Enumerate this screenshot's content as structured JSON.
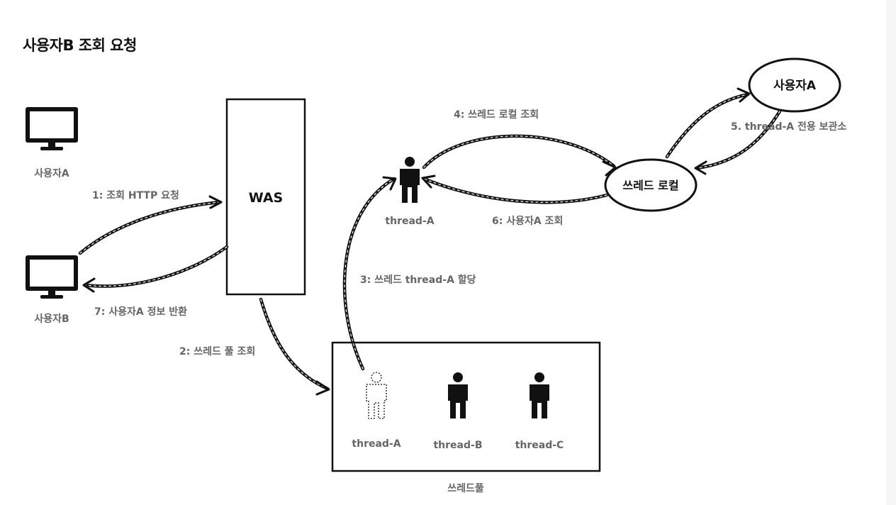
{
  "title": "사용자B 조회 요청",
  "nodes": {
    "user_a": "사용자A",
    "user_b": "사용자B",
    "was": "WAS",
    "thread_a": "thread-A",
    "thread_local": "쓰레드 로컬",
    "user_a_store": "사용자A",
    "pool": {
      "label": "쓰레드풀",
      "threads": [
        "thread-A",
        "thread-B",
        "thread-C"
      ]
    }
  },
  "steps": {
    "s1": "1: 조회 HTTP 요청",
    "s2": "2: 쓰레드 풀 조회",
    "s3": "3: 쓰레드 thread-A 할당",
    "s4": "4: 쓰레드 로컬 조회",
    "s5": "5. thread-A 전용 보관소",
    "s6": "6: 사용자A 조회",
    "s7": "7: 사용자A 정보 반환"
  },
  "icons": {
    "monitor": "monitor-icon",
    "person": "person-icon",
    "person_outline": "person-outline-icon"
  },
  "colors": {
    "line": "#111111",
    "label": "#666666"
  }
}
